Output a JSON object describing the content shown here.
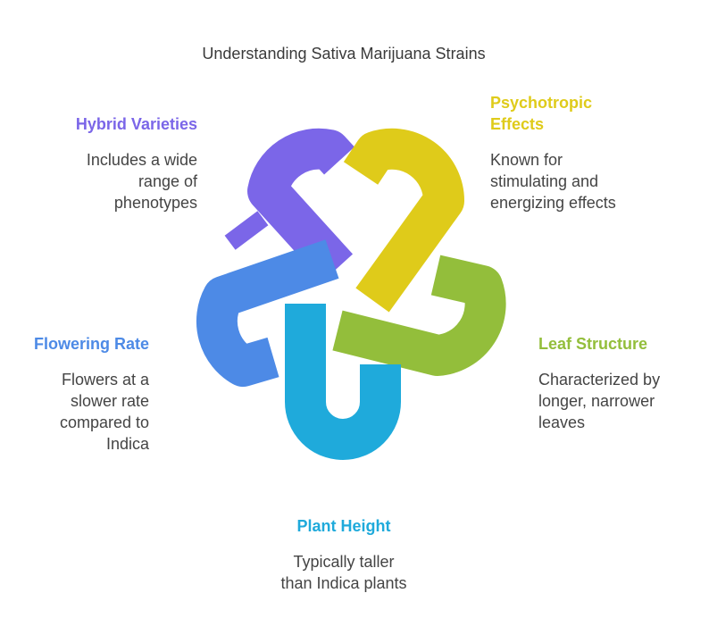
{
  "title": "Understanding Sativa Marijuana Strains",
  "colors": {
    "purple": "#7b66e8",
    "yellow": "#dfcb1a",
    "green": "#93be3b",
    "blue": "#4d8ae6",
    "cyan": "#1faadb"
  },
  "items": [
    {
      "heading": "Hybrid Varieties",
      "desc_lines": [
        "Includes a wide",
        "range of",
        "phenotypes"
      ],
      "color": "#7b66e8",
      "icon": "loop-segment-purple"
    },
    {
      "heading_lines": [
        "Psychotropic",
        "Effects"
      ],
      "desc_lines": [
        "Known for",
        "stimulating and",
        "energizing effects"
      ],
      "color": "#dfcb1a",
      "icon": "loop-segment-yellow"
    },
    {
      "heading": "Leaf Structure",
      "desc_lines": [
        "Characterized by",
        "longer, narrower",
        "leaves"
      ],
      "color": "#93be3b",
      "icon": "loop-segment-green"
    },
    {
      "heading": "Plant Height",
      "desc_lines": [
        "Typically taller",
        "than Indica plants"
      ],
      "color": "#1faadb",
      "icon": "loop-segment-cyan"
    },
    {
      "heading": "Flowering Rate",
      "desc_lines": [
        "Flowers at a",
        "slower rate",
        "compared to",
        "Indica"
      ],
      "color": "#4d8ae6",
      "icon": "loop-segment-blue"
    }
  ]
}
